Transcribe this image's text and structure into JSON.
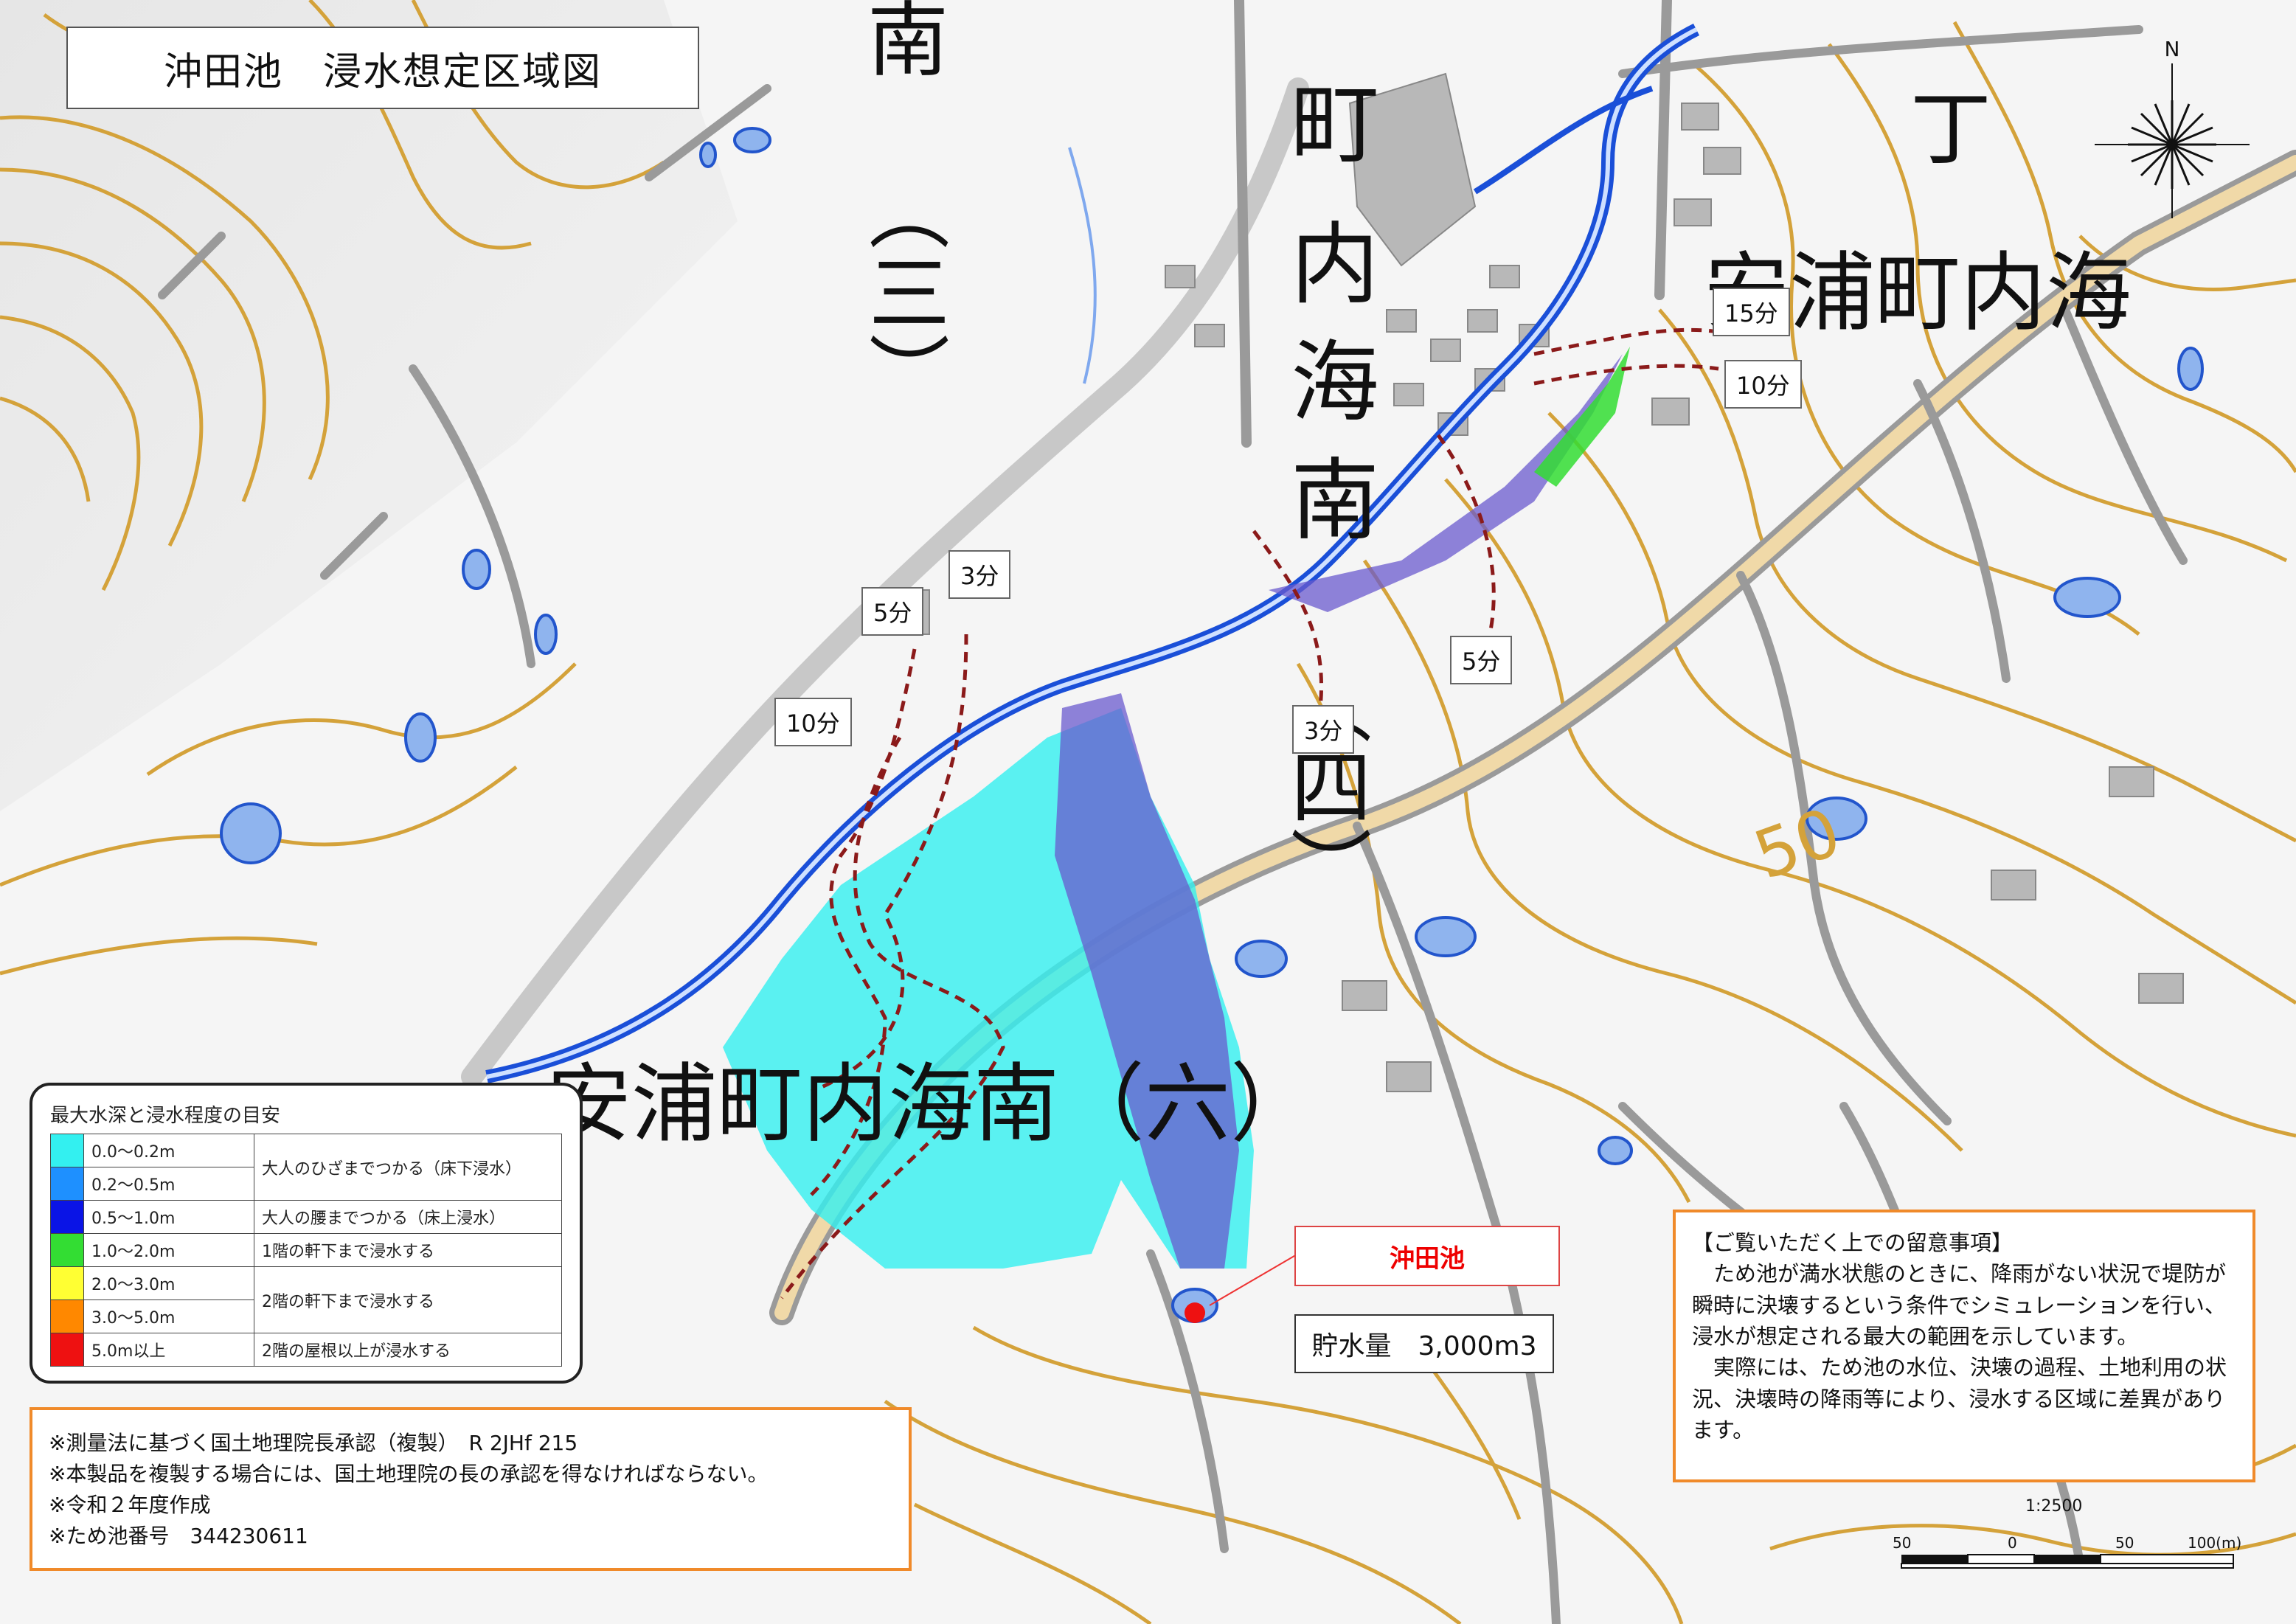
{
  "title": "沖田池　浸水想定区域図",
  "town_labels": {
    "top_left_char": "南",
    "top_center_chars": [
      "町",
      "内",
      "海",
      "南"
    ],
    "paren_three": "（三）",
    "paren_four": "（四）",
    "top_right_line": "安浦町内海",
    "top_right_char": "丁",
    "main_area": "安浦町内海南（六）",
    "contour_50": "50"
  },
  "time_labels": [
    "15分",
    "10分",
    "3分",
    "5分",
    "10分",
    "3分",
    "5分"
  ],
  "pond": {
    "name": "沖田池",
    "storage": "貯水量　3,000m3"
  },
  "legend": {
    "title": "最大水深と浸水程度の目安",
    "rows": [
      {
        "range": "0.0〜0.2m",
        "color": "#33f0f0"
      },
      {
        "range": "0.2〜0.5m",
        "color": "#1e90ff"
      },
      {
        "range": "0.5〜1.0m",
        "color": "#0a14e6"
      },
      {
        "range": "1.0〜2.0m",
        "color": "#33dd33"
      },
      {
        "range": "2.0〜3.0m",
        "color": "#ffff33"
      },
      {
        "range": "3.0〜5.0m",
        "color": "#ff8800"
      },
      {
        "range": "5.0m以上",
        "color": "#ee1111"
      }
    ],
    "descriptions": [
      "大人のひざまでつかる（床下浸水）",
      "大人の腰までつかる（床上浸水）",
      "1階の軒下まで浸水する",
      "2階の軒下まで浸水する",
      "2階の屋根以上が浸水する"
    ]
  },
  "notes": {
    "title": "【ご覧いただく上での留意事項】",
    "para1": "ため池が満水状態のときに、降雨がない状況で堤防が瞬時に決壊するという条件でシミュレーションを行い、浸水が想定される最大の範囲を示しています。",
    "para2": "実際には、ため池の水位、決壊の過程、土地利用の状況、決壊時の降雨等により、浸水する区域に差異があります。"
  },
  "credit": {
    "line1": "※測量法に基づく国土地理院長承認（複製）　R 2JHf 215",
    "line2": "※本製品を複製する場合には、国土地理院の長の承認を得なければならない。",
    "line3": "※令和２年度作成",
    "line4": "※ため池番号　344230611"
  },
  "scale": {
    "ratio": "1:2500",
    "ticks": [
      "50",
      "0",
      "50",
      "100(m)"
    ]
  },
  "compass": {
    "north": "N"
  },
  "colors": {
    "contour": "#d4a23a",
    "road": "#9a9a9a",
    "river": "#1a4fd8",
    "flood_shallow": "#33f0f0",
    "flood_mid": "#6a5acd",
    "arrival_line": "#8b1a1a",
    "pond_water": "#8fb4ee",
    "pond_outline": "#2255cc",
    "note_border": "#f08a2a"
  }
}
